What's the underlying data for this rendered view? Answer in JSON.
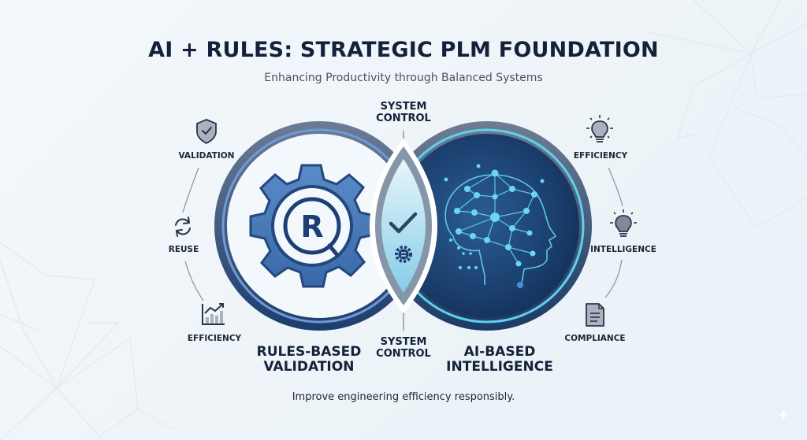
{
  "header": {
    "title": "AI + RULES: STRATEGIC PLM FOUNDATION",
    "subtitle": "Enhancing Productivity through Balanced Systems"
  },
  "left_pillar": {
    "title_line1": "RULES-BASED",
    "title_line2": "VALIDATION",
    "center_icon": "gear-registered-icon",
    "items": [
      {
        "label": "VALIDATION",
        "icon": "shield-check-icon"
      },
      {
        "label": "REUSE",
        "icon": "refresh-cycle-icon"
      },
      {
        "label": "EFFICIENCY",
        "icon": "growth-chart-icon"
      }
    ]
  },
  "right_pillar": {
    "title_line1": "AI-BASED",
    "title_line2": "INTELLIGENCE",
    "center_icon": "neural-brain-head-icon",
    "items": [
      {
        "label": "EFFICIENCY",
        "icon": "lightbulb-icon"
      },
      {
        "label": "INTELLIGENCE",
        "icon": "lightbulb-icon"
      },
      {
        "label": "COMPLIANCE",
        "icon": "document-icon"
      }
    ]
  },
  "overlap": {
    "top_label_line1": "SYSTEM",
    "top_label_line2": "CONTROL",
    "bottom_label_line1": "SYSTEM",
    "bottom_label_line2": "CONTROL",
    "icons": [
      "checkmark-icon",
      "gear-sync-icon"
    ]
  },
  "footer": {
    "tagline": "Improve engineering efficiency responsibly."
  },
  "colors": {
    "title": "#13213a",
    "rules_ring": "#2c4a7c",
    "rules_gear": "#4a7bbd",
    "ai_disc": "#1b3f6e",
    "ai_accent": "#5fd0ec",
    "overlap_fill": "#bfe9f6"
  }
}
